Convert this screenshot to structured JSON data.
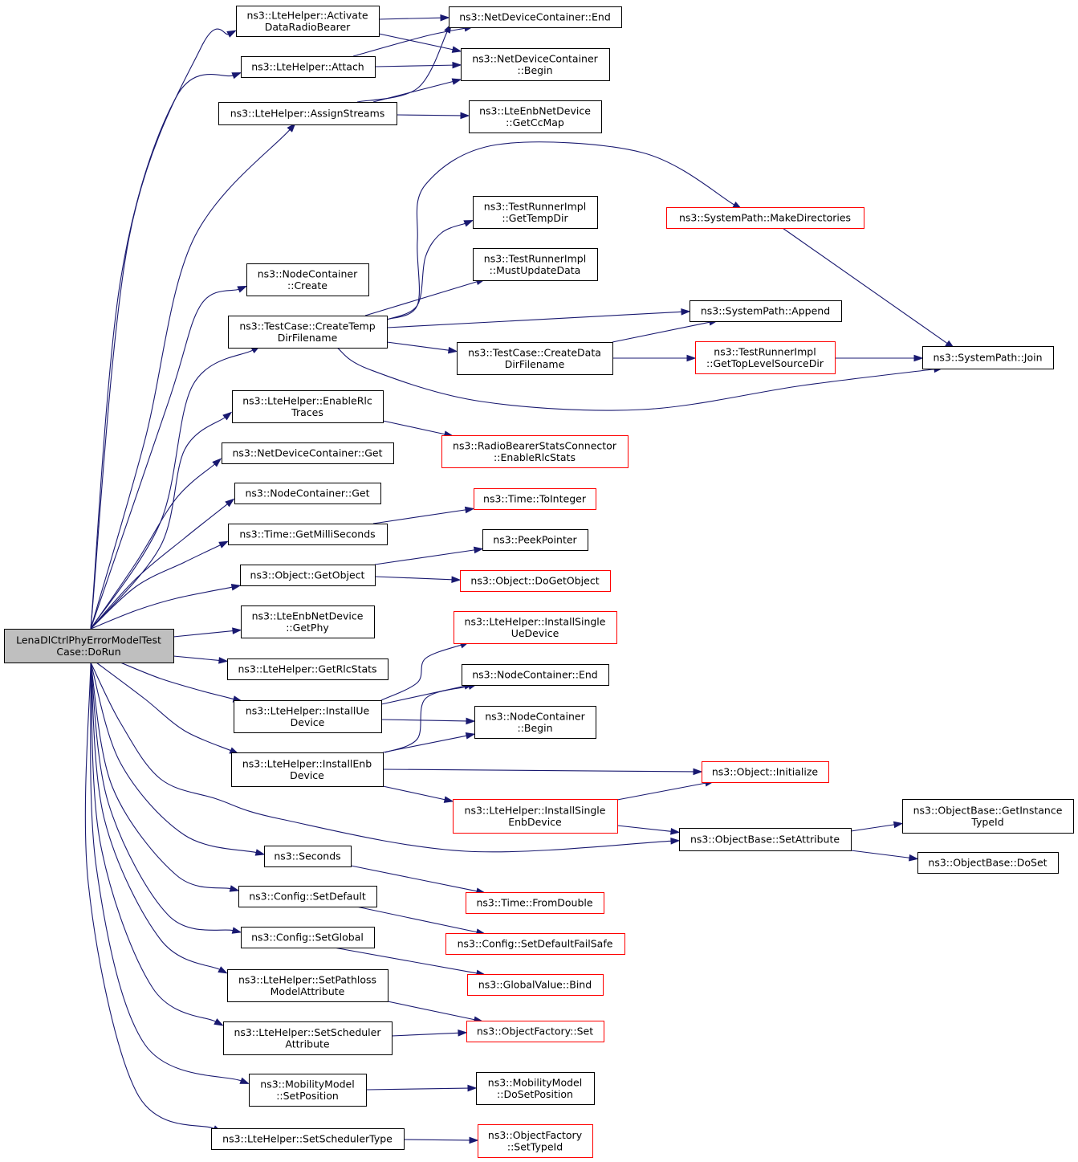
{
  "title": "LenaDlCtrlPhyErrorModelTestCase::DoRun",
  "nodes": [
    {
      "id": "root",
      "lines": [
        "LenaDlCtrlPhyErrorModelTest",
        "Case::DoRun"
      ],
      "style": "root"
    },
    {
      "id": "activate",
      "lines": [
        "ns3::LteHelper::Activate",
        "DataRadioBearer"
      ],
      "style": "normal"
    },
    {
      "id": "ndc_end",
      "lines": [
        "ns3::NetDeviceContainer::End"
      ],
      "style": "normal"
    },
    {
      "id": "attach",
      "lines": [
        "ns3::LteHelper::Attach"
      ],
      "style": "normal"
    },
    {
      "id": "ndc_begin",
      "lines": [
        "ns3::NetDeviceContainer",
        "::Begin"
      ],
      "style": "normal"
    },
    {
      "id": "assign",
      "lines": [
        "ns3::LteHelper::AssignStreams"
      ],
      "style": "normal"
    },
    {
      "id": "getccmap",
      "lines": [
        "ns3::LteEnbNetDevice",
        "::GetCcMap"
      ],
      "style": "normal"
    },
    {
      "id": "makedirs",
      "lines": [
        "ns3::SystemPath::MakeDirectories"
      ],
      "style": "red"
    },
    {
      "id": "gettempdir",
      "lines": [
        "ns3::TestRunnerImpl",
        "::GetTempDir"
      ],
      "style": "normal"
    },
    {
      "id": "mustupdate",
      "lines": [
        "ns3::TestRunnerImpl",
        "::MustUpdateData"
      ],
      "style": "normal"
    },
    {
      "id": "nc_create",
      "lines": [
        "ns3::NodeContainer",
        "::Create"
      ],
      "style": "normal"
    },
    {
      "id": "append",
      "lines": [
        "ns3::SystemPath::Append"
      ],
      "style": "normal"
    },
    {
      "id": "createtemp",
      "lines": [
        "ns3::TestCase::CreateTemp",
        "DirFilename"
      ],
      "style": "normal"
    },
    {
      "id": "createdata",
      "lines": [
        "ns3::TestCase::CreateData",
        "DirFilename"
      ],
      "style": "normal"
    },
    {
      "id": "gettoplevel",
      "lines": [
        "ns3::TestRunnerImpl",
        "::GetTopLevelSourceDir"
      ],
      "style": "red"
    },
    {
      "id": "join",
      "lines": [
        "ns3::SystemPath::Join"
      ],
      "style": "normal"
    },
    {
      "id": "enablerlc",
      "lines": [
        "ns3::LteHelper::EnableRlc",
        "Traces"
      ],
      "style": "normal"
    },
    {
      "id": "rbsc",
      "lines": [
        "ns3::RadioBearerStatsConnector",
        "::EnableRlcStats"
      ],
      "style": "red"
    },
    {
      "id": "ndc_get",
      "lines": [
        "ns3::NetDeviceContainer::Get"
      ],
      "style": "normal"
    },
    {
      "id": "nc_get",
      "lines": [
        "ns3::NodeContainer::Get"
      ],
      "style": "normal"
    },
    {
      "id": "tointeger",
      "lines": [
        "ns3::Time::ToInteger"
      ],
      "style": "red"
    },
    {
      "id": "getms",
      "lines": [
        "ns3::Time::GetMilliSeconds"
      ],
      "style": "normal"
    },
    {
      "id": "peek",
      "lines": [
        "ns3::PeekPointer"
      ],
      "style": "normal"
    },
    {
      "id": "getobject",
      "lines": [
        "ns3::Object::GetObject"
      ],
      "style": "normal"
    },
    {
      "id": "dogetobject",
      "lines": [
        "ns3::Object::DoGetObject"
      ],
      "style": "red"
    },
    {
      "id": "getphy",
      "lines": [
        "ns3::LteEnbNetDevice",
        "::GetPhy"
      ],
      "style": "normal"
    },
    {
      "id": "installsingleue",
      "lines": [
        "ns3::LteHelper::InstallSingle",
        "UeDevice"
      ],
      "style": "red"
    },
    {
      "id": "getrlcstats",
      "lines": [
        "ns3::LteHelper::GetRlcStats"
      ],
      "style": "normal"
    },
    {
      "id": "nc_end",
      "lines": [
        "ns3::NodeContainer::End"
      ],
      "style": "normal"
    },
    {
      "id": "installue",
      "lines": [
        "ns3::LteHelper::InstallUe",
        "Device"
      ],
      "style": "normal"
    },
    {
      "id": "nc_begin",
      "lines": [
        "ns3::NodeContainer",
        "::Begin"
      ],
      "style": "normal"
    },
    {
      "id": "installenb",
      "lines": [
        "ns3::LteHelper::InstallEnb",
        "Device"
      ],
      "style": "normal"
    },
    {
      "id": "initialize",
      "lines": [
        "ns3::Object::Initialize"
      ],
      "style": "red"
    },
    {
      "id": "installsingleenb",
      "lines": [
        "ns3::LteHelper::InstallSingle",
        "EnbDevice"
      ],
      "style": "red"
    },
    {
      "id": "getinstance",
      "lines": [
        "ns3::ObjectBase::GetInstance",
        "TypeId"
      ],
      "style": "normal"
    },
    {
      "id": "setattribute",
      "lines": [
        "ns3::ObjectBase::SetAttribute"
      ],
      "style": "normal"
    },
    {
      "id": "doset",
      "lines": [
        "ns3::ObjectBase::DoSet"
      ],
      "style": "normal"
    },
    {
      "id": "seconds",
      "lines": [
        "ns3::Seconds"
      ],
      "style": "normal"
    },
    {
      "id": "fromdouble",
      "lines": [
        "ns3::Time::FromDouble"
      ],
      "style": "red"
    },
    {
      "id": "setdefault",
      "lines": [
        "ns3::Config::SetDefault"
      ],
      "style": "normal"
    },
    {
      "id": "setdefaultfs",
      "lines": [
        "ns3::Config::SetDefaultFailSafe"
      ],
      "style": "red"
    },
    {
      "id": "setglobal",
      "lines": [
        "ns3::Config::SetGlobal"
      ],
      "style": "normal"
    },
    {
      "id": "gvbind",
      "lines": [
        "ns3::GlobalValue::Bind"
      ],
      "style": "red"
    },
    {
      "id": "setpathloss",
      "lines": [
        "ns3::LteHelper::SetPathloss",
        "ModelAttribute"
      ],
      "style": "normal"
    },
    {
      "id": "ofset",
      "lines": [
        "ns3::ObjectFactory::Set"
      ],
      "style": "red"
    },
    {
      "id": "setsched",
      "lines": [
        "ns3::LteHelper::SetScheduler",
        "Attribute"
      ],
      "style": "normal"
    },
    {
      "id": "setposition",
      "lines": [
        "ns3::MobilityModel",
        "::SetPosition"
      ],
      "style": "normal"
    },
    {
      "id": "dosetposition",
      "lines": [
        "ns3::MobilityModel",
        "::DoSetPosition"
      ],
      "style": "normal"
    },
    {
      "id": "setschedtype",
      "lines": [
        "ns3::LteHelper::SetSchedulerType"
      ],
      "style": "normal"
    },
    {
      "id": "settypeid",
      "lines": [
        "ns3::ObjectFactory",
        "::SetTypeId"
      ],
      "style": "red"
    }
  ],
  "edges": [
    [
      "root",
      "activate"
    ],
    [
      "root",
      "attach"
    ],
    [
      "root",
      "assign"
    ],
    [
      "root",
      "nc_create"
    ],
    [
      "root",
      "createtemp"
    ],
    [
      "root",
      "enablerlc"
    ],
    [
      "root",
      "ndc_get"
    ],
    [
      "root",
      "nc_get"
    ],
    [
      "root",
      "getms"
    ],
    [
      "root",
      "getobject"
    ],
    [
      "root",
      "getphy"
    ],
    [
      "root",
      "getrlcstats"
    ],
    [
      "root",
      "installue"
    ],
    [
      "root",
      "installenb"
    ],
    [
      "root",
      "setattribute"
    ],
    [
      "root",
      "seconds"
    ],
    [
      "root",
      "setdefault"
    ],
    [
      "root",
      "setglobal"
    ],
    [
      "root",
      "setpathloss"
    ],
    [
      "root",
      "setsched"
    ],
    [
      "root",
      "setposition"
    ],
    [
      "root",
      "setschedtype"
    ],
    [
      "activate",
      "ndc_end"
    ],
    [
      "activate",
      "ndc_begin"
    ],
    [
      "attach",
      "ndc_end"
    ],
    [
      "attach",
      "ndc_begin"
    ],
    [
      "assign",
      "ndc_end"
    ],
    [
      "assign",
      "ndc_begin"
    ],
    [
      "assign",
      "getccmap"
    ],
    [
      "createtemp",
      "makedirs"
    ],
    [
      "createtemp",
      "gettempdir"
    ],
    [
      "createtemp",
      "mustupdate"
    ],
    [
      "createtemp",
      "append"
    ],
    [
      "createtemp",
      "createdata"
    ],
    [
      "createtemp",
      "join"
    ],
    [
      "makedirs",
      "join"
    ],
    [
      "createdata",
      "append"
    ],
    [
      "createdata",
      "gettoplevel"
    ],
    [
      "gettoplevel",
      "join"
    ],
    [
      "enablerlc",
      "rbsc"
    ],
    [
      "getms",
      "tointeger"
    ],
    [
      "getobject",
      "peek"
    ],
    [
      "getobject",
      "dogetobject"
    ],
    [
      "installue",
      "installsingleue"
    ],
    [
      "installue",
      "nc_end"
    ],
    [
      "installue",
      "nc_begin"
    ],
    [
      "installenb",
      "nc_end"
    ],
    [
      "installenb",
      "nc_begin"
    ],
    [
      "installenb",
      "initialize"
    ],
    [
      "installenb",
      "installsingleenb"
    ],
    [
      "installsingleenb",
      "initialize"
    ],
    [
      "installsingleenb",
      "setattribute"
    ],
    [
      "setattribute",
      "getinstance"
    ],
    [
      "setattribute",
      "doset"
    ],
    [
      "seconds",
      "fromdouble"
    ],
    [
      "setdefault",
      "setdefaultfs"
    ],
    [
      "setglobal",
      "gvbind"
    ],
    [
      "setpathloss",
      "ofset"
    ],
    [
      "setsched",
      "ofset"
    ],
    [
      "setposition",
      "dosetposition"
    ],
    [
      "setschedtype",
      "settypeid"
    ]
  ]
}
